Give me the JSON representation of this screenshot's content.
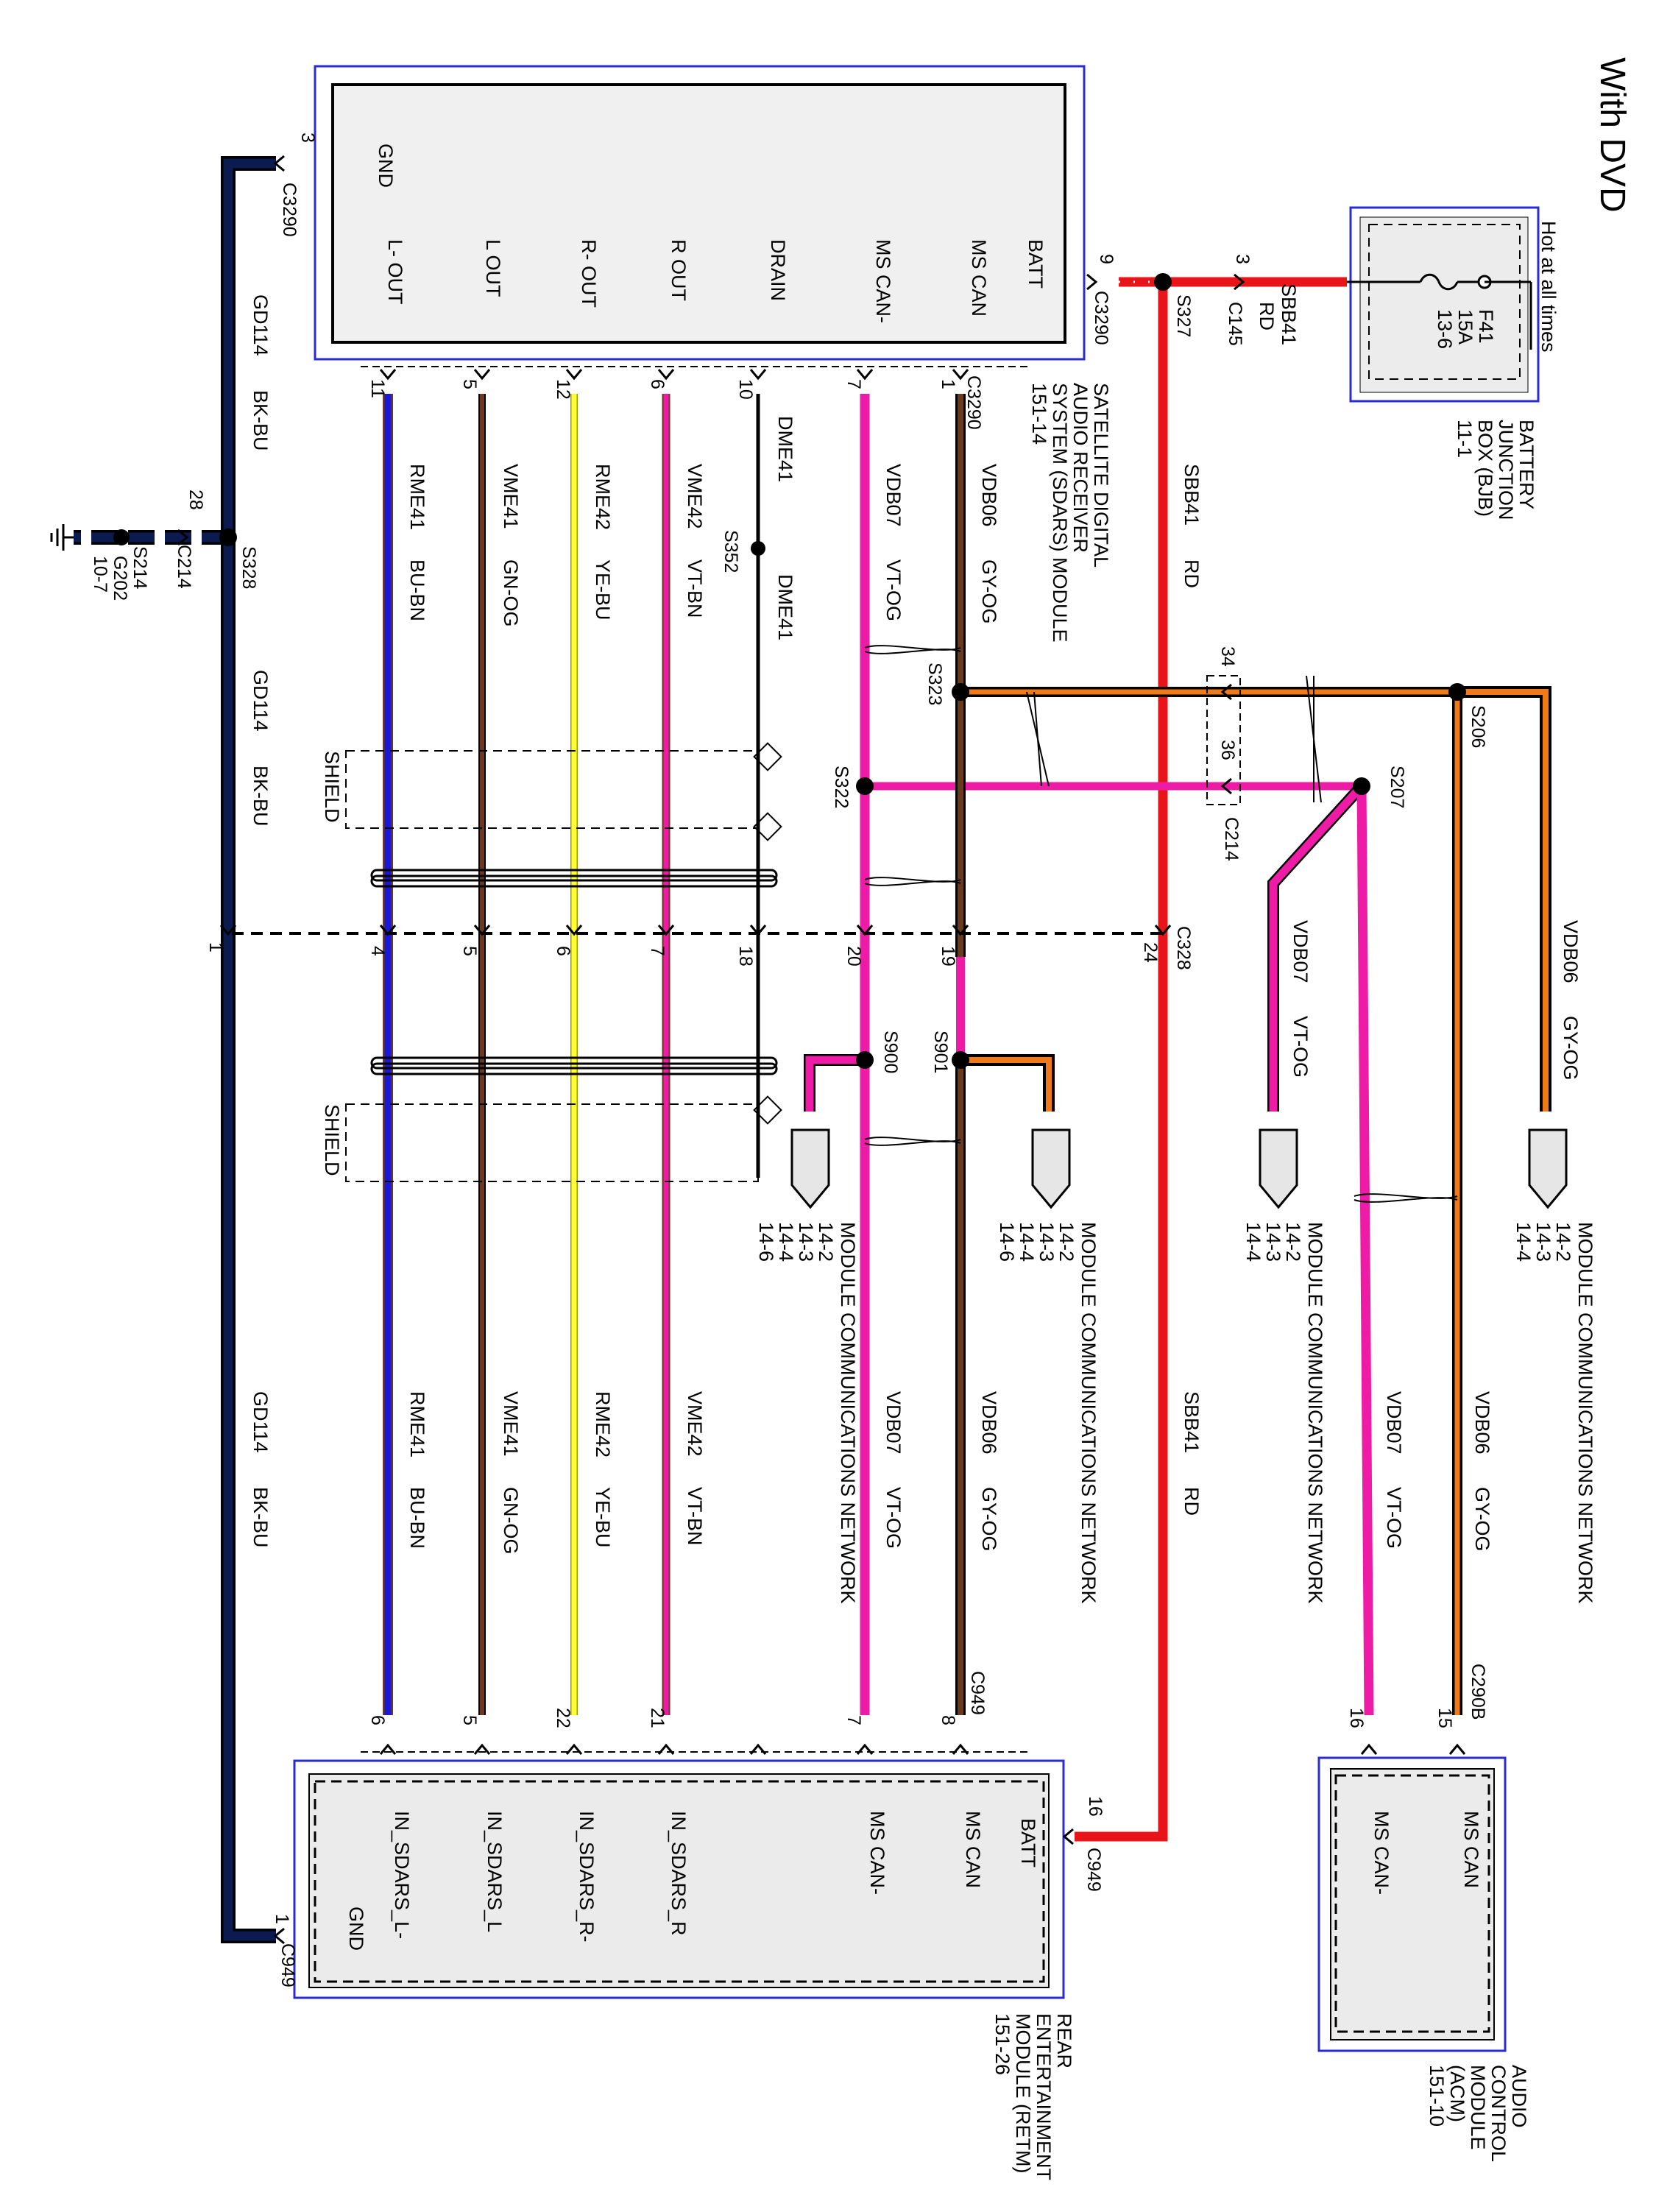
{
  "diagram": {
    "title": "With DVD",
    "hot_at_all_times": "Hot at all times",
    "fuse": {
      "id": "F41",
      "rating": "15A",
      "ref": "13-6"
    },
    "bjb": [
      "BATTERY",
      "JUNCTION",
      "BOX (BJB)",
      "11-1"
    ],
    "sdars_module": [
      "SATELLITE DIGITAL",
      "AUDIO RECEIVER",
      "SYSTEM (SDARS) MODULE",
      "151-14"
    ],
    "sdars_pins": [
      "GND",
      "L- OUT",
      "L OUT",
      "R- OUT",
      "R OUT",
      "DRAIN",
      "MS CAN-",
      "MS CAN",
      "BATT"
    ],
    "retm_module": [
      "REAR",
      "ENTERTAINMENT",
      "MODULE (RETM)",
      "151-26"
    ],
    "retm_pins": [
      "GND",
      "IN_SDARS_L-",
      "IN_SDARS_L",
      "IN_SDARS_R-",
      "IN_SDARS_R",
      "MS CAN-",
      "MS CAN",
      "BATT"
    ],
    "acm_module": [
      "AUDIO",
      "CONTROL",
      "MODULE",
      "(ACM)",
      "151-10"
    ],
    "acm_pins": [
      "MS CAN",
      "MS CAN-"
    ],
    "connectors": {
      "c3290": "C3290",
      "c145": "C145",
      "c949": "C949",
      "c328": "C328",
      "c214": "C214",
      "c290b": "C290B"
    },
    "splices": {
      "s327": "S327",
      "s328": "S328",
      "s214": "S214",
      "s352": "S352",
      "s323": "S323",
      "s322": "S322",
      "s206": "S206",
      "s207": "S207",
      "s900": "S900",
      "s901": "S901"
    },
    "ground": {
      "name": "G202",
      "ref": "10-7"
    },
    "circuits": {
      "sbb41": "SBB41",
      "rd": "RD",
      "gd114": "GD114",
      "bkbu": "BK-BU",
      "rme41": "RME41",
      "bubn": "BU-BN",
      "vme41": "VME41",
      "gnog": "GN-OG",
      "rme42": "RME42",
      "yebu": "YE-BU",
      "vme42": "VME42",
      "vtbn": "VT-BN",
      "dme41": "DME41",
      "vdb07": "VDB07",
      "vtog": "VT-OG",
      "vdb06": "VDB06",
      "gyog": "GY-OG"
    },
    "shield": "SHIELD",
    "mcn": "MODULE COMMUNICATIONS NETWORK",
    "mcn_refs": [
      [
        "14-2",
        "14-3",
        "14-4"
      ],
      [
        "14-2",
        "14-3",
        "14-4"
      ],
      [
        "14-2",
        "14-3",
        "14-4",
        "14-6"
      ],
      [
        "14-2",
        "14-3",
        "14-4",
        "14-6"
      ]
    ],
    "pins": {
      "c3290_gnd": "3",
      "c3290_batt": "9",
      "c145": "3",
      "c3290_lout_neg": "11",
      "c3290_lout": "5",
      "c3290_rout_neg": "12",
      "c3290_rout": "6",
      "c3290_drain": "10",
      "c3290_can_neg": "7",
      "c3290_can": "1",
      "c214_gnd": "28",
      "c214_can": "34",
      "c214_can_neg": "36",
      "c328_gnd": "1",
      "c328_lout_neg": "4",
      "c328_lout": "5",
      "c328_rout_neg": "6",
      "c328_rout": "7",
      "c328_drain": "18",
      "c328_can_neg": "20",
      "c328_can": "19",
      "c328_batt": "24",
      "c949_lneg": "6",
      "c949_l": "5",
      "c949_rneg": "22",
      "c949_r": "21",
      "c949_can_neg": "7",
      "c949_can": "8",
      "c949_batt": "16",
      "c949_gnd": "1",
      "c290b_can": "15",
      "c290b_can_neg": "16"
    },
    "colors": {
      "red": "#e8141a",
      "navy": "#0b1a4f",
      "blue": "#1a1ad6",
      "brown": "#6b3a1e",
      "yellow": "#ffff33",
      "magenta": "#ee1ba6",
      "orange": "#f07a1a",
      "box": "#2b2bd4"
    }
  }
}
